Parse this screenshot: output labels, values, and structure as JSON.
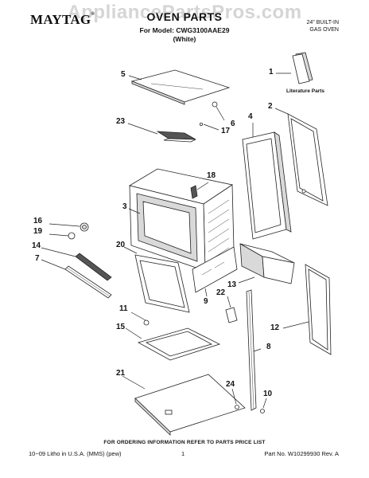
{
  "watermark": "AppliancePartsPros.com",
  "brand": {
    "name": "MAYTAG",
    "mark": "®"
  },
  "header": {
    "title": "OVEN PARTS",
    "model_line": "For Model: CWG3100AAE29",
    "color_line": "(White)",
    "type_line1": "24\" BUILT-IN",
    "type_line2": "GAS OVEN"
  },
  "literature_label": "Literature Parts",
  "callouts": [
    "1",
    "2",
    "3",
    "4",
    "5",
    "6",
    "7",
    "8",
    "9",
    "10",
    "11",
    "12",
    "13",
    "14",
    "15",
    "16",
    "17",
    "18",
    "19",
    "20",
    "21",
    "22",
    "23",
    "24"
  ],
  "footer": {
    "ordering_note": "FOR ORDERING INFORMATION REFER TO PARTS PRICE LIST",
    "litho": "10−09 Litho in U.S.A. (MMS) (pew)",
    "page": "1",
    "part_no": "Part No. W10299930 Rev. A"
  }
}
